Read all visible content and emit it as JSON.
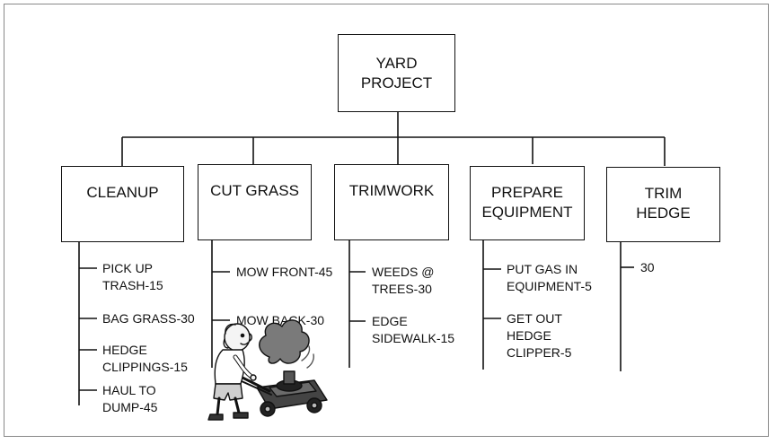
{
  "root": {
    "label": "YARD\nPROJECT"
  },
  "categories": [
    {
      "label": "CLEANUP",
      "tasks": [
        "PICK UP\nTRASH-15",
        "BAG GRASS-30",
        "HEDGE\nCLIPPINGS-15",
        "HAUL TO\nDUMP-45"
      ]
    },
    {
      "label": "CUT GRASS",
      "tasks": [
        "MOW FRONT-45",
        "MOW BACK-30"
      ]
    },
    {
      "label": "TRIMWORK",
      "tasks": [
        "WEEDS @\nTREES-30",
        "EDGE\nSIDEWALK-15"
      ]
    },
    {
      "label": "PREPARE\nEQUIPMENT",
      "tasks": [
        "PUT GAS IN\nEQUIPMENT-5",
        "GET OUT\nHEDGE\nCLIPPER-5"
      ]
    },
    {
      "label": "TRIM\nHEDGE",
      "tasks": [
        "30"
      ]
    }
  ],
  "illustration": {
    "icon": "man-mowing-lawn-icon"
  }
}
